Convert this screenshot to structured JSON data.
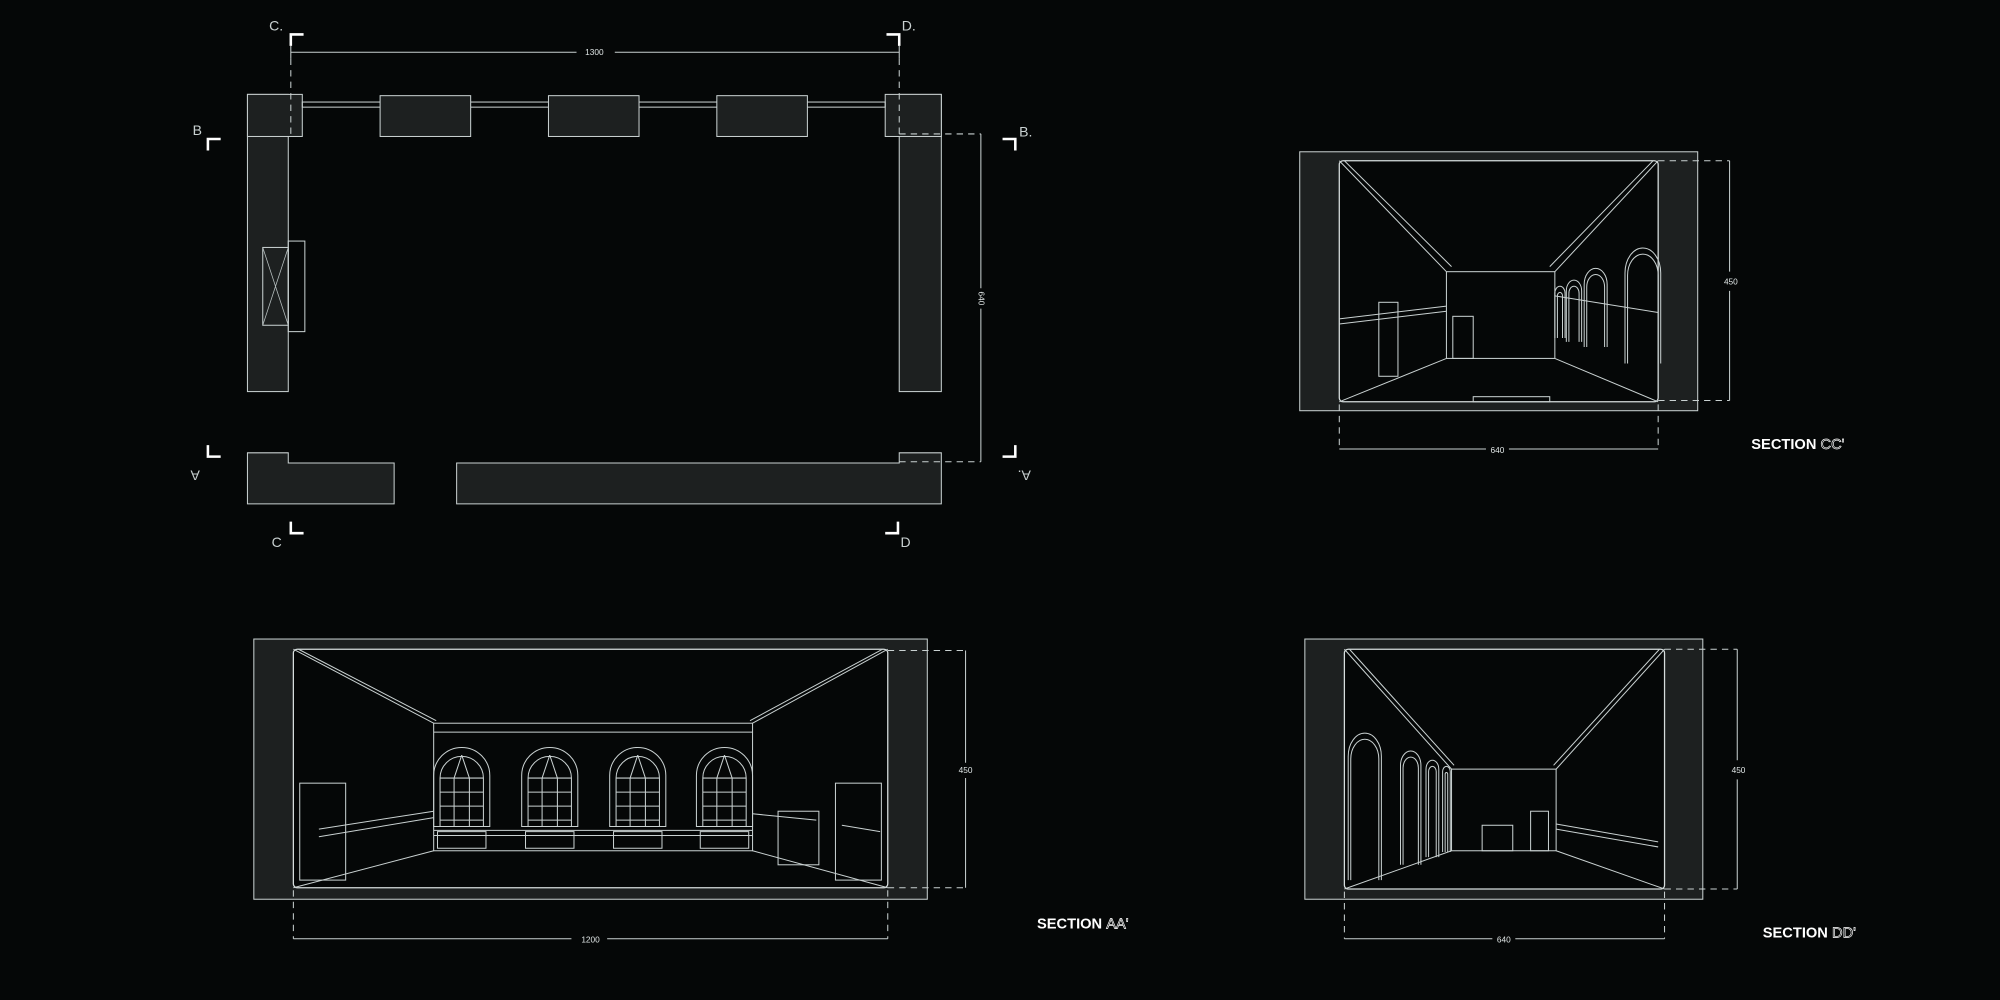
{
  "plan": {
    "width_dimension": "1300",
    "depth_dimension": "640",
    "section_markers": {
      "c_top": "C.",
      "d_top": "D.",
      "b_left": "B",
      "b_right": "B.",
      "a_left": "A",
      "a_right": "A.",
      "c_bottom": "C",
      "d_bottom": "D"
    }
  },
  "section_cc": {
    "title": "SECTION",
    "suffix": "CC'",
    "height_dimension": "450",
    "width_dimension": "640"
  },
  "section_aa": {
    "title": "SECTION",
    "suffix": "AA'",
    "height_dimension": "450",
    "width_dimension": "1200"
  },
  "section_dd": {
    "title": "SECTION",
    "suffix": "DD'",
    "height_dimension": "450",
    "width_dimension": "640"
  },
  "colors": {
    "background": "#050707",
    "wall": "#1d2020",
    "line": "#c9d1d1"
  }
}
